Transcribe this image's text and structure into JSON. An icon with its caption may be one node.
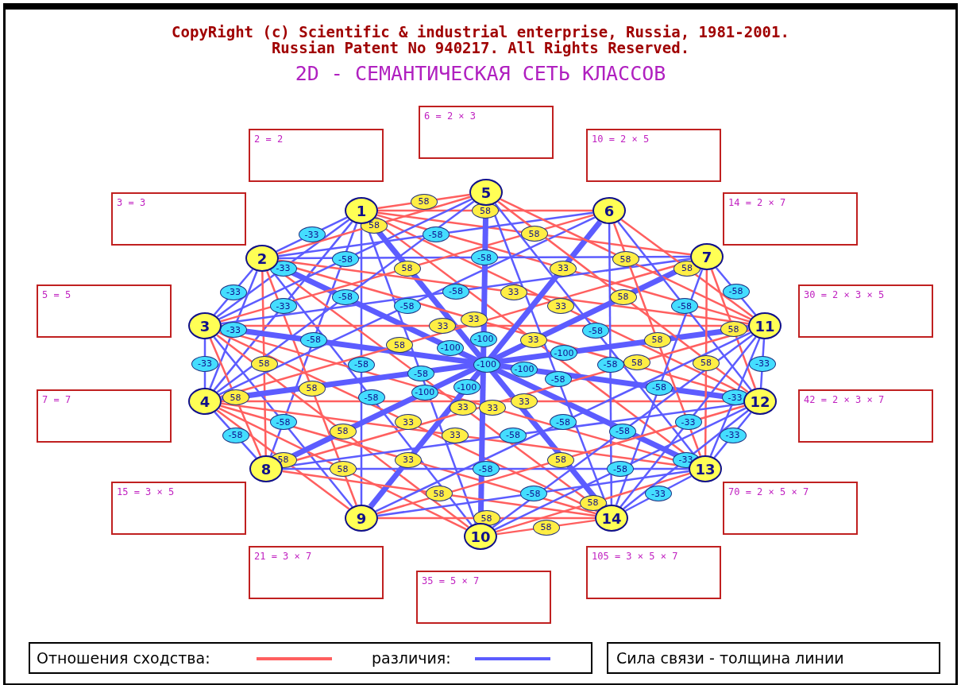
{
  "diagram": {
    "title": "2D - СЕМАНТИЧЕСКАЯ СЕТЬ КЛАССОВ",
    "nodes": [
      {
        "text": [
          "1"
        ]
      },
      {
        "text": [
          "2"
        ]
      },
      {
        "text": [
          "3"
        ]
      },
      {
        "text": [
          "4"
        ]
      },
      {
        "text": [
          "5"
        ]
      },
      {
        "text": [
          "6"
        ]
      },
      {
        "text": [
          "7"
        ]
      },
      {
        "text": [
          "8"
        ]
      },
      {
        "text": [
          "9"
        ]
      },
      {
        "text": [
          "10"
        ]
      },
      {
        "text": [
          "11"
        ]
      },
      {
        "text": [
          "12"
        ]
      },
      {
        "text": [
          "13"
        ]
      },
      {
        "text": [
          "14"
        ]
      },
      {
        "text": [
          "6 = 2 × 3"
        ]
      },
      {
        "text": [
          "2 = 2"
        ]
      },
      {
        "text": [
          "10 = 2 × 5"
        ]
      },
      {
        "text": [
          "3 = 3"
        ]
      },
      {
        "text": [
          "14 = 2 × 7"
        ]
      },
      {
        "text": [
          "5 = 5"
        ]
      },
      {
        "text": [
          "30 = 2 × 3 × 5"
        ]
      },
      {
        "text": [
          "7 = 7"
        ]
      },
      {
        "text": [
          "42 = 2 × 3 × 7"
        ]
      },
      {
        "text": [
          "15 = 3 × 5"
        ]
      },
      {
        "text": [
          "70 = 2 × 5 × 7"
        ]
      },
      {
        "text": [
          "21 = 3 × 7"
        ]
      },
      {
        "text": [
          "105 = 3 × 5 × 7"
        ]
      },
      {
        "text": [
          "35 = 5 × 7"
        ]
      }
    ],
    "edges": [
      {
        "from": 0,
        "to": 1,
        "arrow": "none",
        "label": "-33"
      },
      {
        "from": 0,
        "to": 2,
        "arrow": "none",
        "label": "-33"
      },
      {
        "from": 0,
        "to": 3,
        "arrow": "none",
        "label": "-33"
      },
      {
        "from": 1,
        "to": 2,
        "arrow": "none",
        "label": "-33"
      },
      {
        "from": 1,
        "to": 3,
        "arrow": "none",
        "label": "-33"
      },
      {
        "from": 2,
        "to": 3,
        "arrow": "none",
        "label": "-33"
      },
      {
        "from": 0,
        "to": 4,
        "arrow": "none",
        "label": "58",
        "color": "#ff5f5f"
      },
      {
        "from": 0,
        "to": 5,
        "arrow": "none",
        "label": "58",
        "color": "#ff5f5f"
      },
      {
        "from": 0,
        "to": 6,
        "arrow": "none",
        "label": "58",
        "color": "#ff5f5f"
      },
      {
        "from": 0,
        "to": 7,
        "arrow": "none",
        "label": "-58"
      },
      {
        "from": 0,
        "to": 8,
        "arrow": "none",
        "label": "-58"
      },
      {
        "from": 0,
        "to": 9,
        "arrow": "none",
        "label": "-58"
      },
      {
        "from": 0,
        "to": 10,
        "arrow": "none",
        "label": "33",
        "color": "#ff5f5f"
      },
      {
        "from": 0,
        "to": 11,
        "arrow": "none",
        "label": "33",
        "color": "#ff5f5f"
      },
      {
        "from": 0,
        "to": 12,
        "arrow": "none",
        "label": "33",
        "color": "#ff5f5f"
      },
      {
        "from": 0,
        "to": 13,
        "arrow": "none",
        "label": "-100",
        "style": "thick"
      },
      {
        "from": 1,
        "to": 4,
        "arrow": "none",
        "label": "58",
        "color": "#ff5f5f"
      },
      {
        "from": 1,
        "to": 5,
        "arrow": "none",
        "label": "-58"
      },
      {
        "from": 1,
        "to": 6,
        "arrow": "none",
        "label": "-58"
      },
      {
        "from": 1,
        "to": 7,
        "arrow": "none",
        "label": "58",
        "color": "#ff5f5f"
      },
      {
        "from": 1,
        "to": 8,
        "arrow": "none",
        "label": "58",
        "color": "#ff5f5f"
      },
      {
        "from": 1,
        "to": 9,
        "arrow": "none",
        "label": "-58"
      },
      {
        "from": 1,
        "to": 10,
        "arrow": "none",
        "label": "33",
        "color": "#ff5f5f"
      },
      {
        "from": 1,
        "to": 11,
        "arrow": "none",
        "label": "33",
        "color": "#ff5f5f"
      },
      {
        "from": 1,
        "to": 12,
        "arrow": "none",
        "label": "-100",
        "style": "thick"
      },
      {
        "from": 1,
        "to": 13,
        "arrow": "none",
        "label": "33",
        "color": "#ff5f5f"
      },
      {
        "from": 2,
        "to": 4,
        "arrow": "none",
        "label": "-58"
      },
      {
        "from": 2,
        "to": 5,
        "arrow": "none",
        "label": "58",
        "color": "#ff5f5f"
      },
      {
        "from": 2,
        "to": 6,
        "arrow": "none",
        "label": "-58"
      },
      {
        "from": 2,
        "to": 7,
        "arrow": "none",
        "label": "58",
        "color": "#ff5f5f"
      },
      {
        "from": 2,
        "to": 8,
        "arrow": "none",
        "label": "-58"
      },
      {
        "from": 2,
        "to": 9,
        "arrow": "none",
        "label": "58",
        "color": "#ff5f5f"
      },
      {
        "from": 2,
        "to": 10,
        "arrow": "none",
        "label": "33",
        "color": "#ff5f5f"
      },
      {
        "from": 2,
        "to": 11,
        "arrow": "none",
        "label": "-100",
        "style": "thick"
      },
      {
        "from": 2,
        "to": 12,
        "arrow": "none",
        "label": "33",
        "color": "#ff5f5f"
      },
      {
        "from": 2,
        "to": 13,
        "arrow": "none",
        "label": "33",
        "color": "#ff5f5f"
      },
      {
        "from": 3,
        "to": 4,
        "arrow": "none",
        "label": "-58"
      },
      {
        "from": 3,
        "to": 5,
        "arrow": "none",
        "label": "-58"
      },
      {
        "from": 3,
        "to": 6,
        "arrow": "none",
        "label": "58",
        "color": "#ff5f5f"
      },
      {
        "from": 3,
        "to": 7,
        "arrow": "none",
        "label": "-58"
      },
      {
        "from": 3,
        "to": 8,
        "arrow": "none",
        "label": "58",
        "color": "#ff5f5f"
      },
      {
        "from": 3,
        "to": 9,
        "arrow": "none",
        "label": "58",
        "color": "#ff5f5f"
      },
      {
        "from": 3,
        "to": 10,
        "arrow": "none",
        "label": "-100",
        "style": "thick"
      },
      {
        "from": 3,
        "to": 11,
        "arrow": "none",
        "label": "33",
        "color": "#ff5f5f"
      },
      {
        "from": 3,
        "to": 12,
        "arrow": "none",
        "label": "33",
        "color": "#ff5f5f"
      },
      {
        "from": 3,
        "to": 13,
        "arrow": "none",
        "label": "33",
        "color": "#ff5f5f"
      },
      {
        "from": 4,
        "to": 9,
        "arrow": "none",
        "label": "-100",
        "style": "thick"
      },
      {
        "from": 5,
        "to": 8,
        "arrow": "none",
        "label": "-100",
        "style": "thick"
      },
      {
        "from": 6,
        "to": 7,
        "arrow": "none",
        "label": "-100",
        "style": "thick"
      },
      {
        "from": 4,
        "to": 10,
        "arrow": "none",
        "label": "58",
        "color": "#ff5f5f"
      },
      {
        "from": 4,
        "to": 11,
        "arrow": "none",
        "label": "58",
        "color": "#ff5f5f"
      },
      {
        "from": 4,
        "to": 12,
        "arrow": "none",
        "label": "-58"
      },
      {
        "from": 4,
        "to": 13,
        "arrow": "none",
        "label": "-58"
      },
      {
        "from": 5,
        "to": 10,
        "arrow": "none",
        "label": "58",
        "color": "#ff5f5f"
      },
      {
        "from": 5,
        "to": 11,
        "arrow": "none",
        "label": "-58"
      },
      {
        "from": 5,
        "to": 12,
        "arrow": "none",
        "label": "58",
        "color": "#ff5f5f"
      },
      {
        "from": 5,
        "to": 13,
        "arrow": "none",
        "label": "-58"
      },
      {
        "from": 6,
        "to": 10,
        "arrow": "none",
        "label": "-58"
      },
      {
        "from": 6,
        "to": 11,
        "arrow": "none",
        "label": "58",
        "color": "#ff5f5f"
      },
      {
        "from": 6,
        "to": 12,
        "arrow": "none",
        "label": "58",
        "color": "#ff5f5f"
      },
      {
        "from": 6,
        "to": 13,
        "arrow": "none",
        "label": "-58"
      },
      {
        "from": 7,
        "to": 10,
        "arrow": "none",
        "label": "58",
        "color": "#ff5f5f"
      },
      {
        "from": 7,
        "to": 11,
        "arrow": "none",
        "label": "-58"
      },
      {
        "from": 7,
        "to": 12,
        "arrow": "none",
        "label": "-58"
      },
      {
        "from": 7,
        "to": 13,
        "arrow": "none",
        "label": "58",
        "color": "#ff5f5f"
      },
      {
        "from": 8,
        "to": 10,
        "arrow": "none",
        "label": "-58"
      },
      {
        "from": 8,
        "to": 11,
        "arrow": "none",
        "label": "58",
        "color": "#ff5f5f"
      },
      {
        "from": 8,
        "to": 12,
        "arrow": "none",
        "label": "-58"
      },
      {
        "from": 8,
        "to": 13,
        "arrow": "none",
        "label": "58",
        "color": "#ff5f5f"
      },
      {
        "from": 9,
        "to": 10,
        "arrow": "none",
        "label": "-58"
      },
      {
        "from": 9,
        "to": 11,
        "arrow": "none",
        "label": "-58"
      },
      {
        "from": 9,
        "to": 12,
        "arrow": "none",
        "label": "58",
        "color": "#ff5f5f"
      },
      {
        "from": 9,
        "to": 13,
        "arrow": "none",
        "label": "58",
        "color": "#ff5f5f"
      },
      {
        "from": 10,
        "to": 11,
        "arrow": "none",
        "label": "-33"
      },
      {
        "from": 10,
        "to": 12,
        "arrow": "none",
        "label": "-33"
      },
      {
        "from": 10,
        "to": 13,
        "arrow": "none",
        "label": "-33"
      },
      {
        "from": 11,
        "to": 12,
        "arrow": "none",
        "label": "-33"
      },
      {
        "from": 11,
        "to": 13,
        "arrow": "none",
        "label": "-33"
      },
      {
        "from": 12,
        "to": 13,
        "arrow": "none",
        "label": "-33"
      }
    ],
    "labels": [
      "CopyRight (c) Scientific & industrial enterprise, Russia, 1981-2001.",
      "Russian Patent No 940217. All Rights Reserved.",
      "Сила связи - толщина линии"
    ],
    "legend": [
      {
        "text": "Отношения сходства:",
        "color": "#ff5f5f"
      },
      {
        "text": "различия:",
        "color": "#5c5cff"
      }
    ]
  }
}
